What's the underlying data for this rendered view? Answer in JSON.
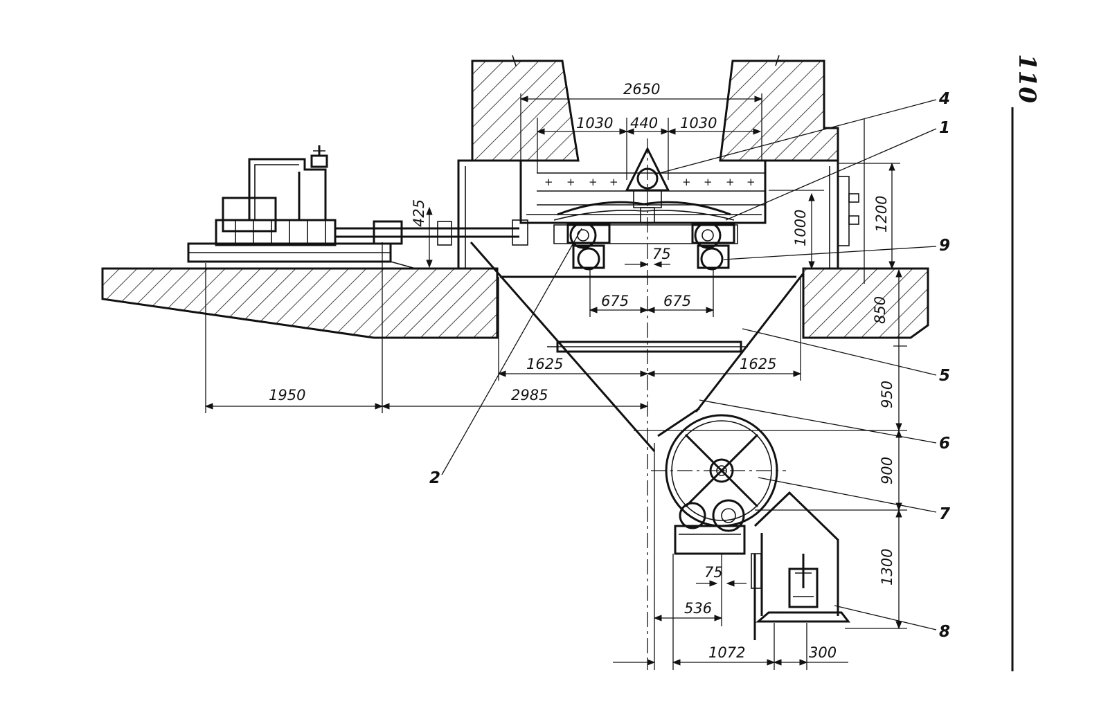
{
  "page_number": "110",
  "dimensions": {
    "d2650": "2650",
    "d1030_left": "1030",
    "d440": "440",
    "d1030_right": "1030",
    "d425": "425",
    "d1000": "1000",
    "d1200": "1200",
    "d75_top": "75",
    "d675_left": "675",
    "d675_right": "675",
    "d850": "850",
    "d1625_left": "1625",
    "d1625_right": "1625",
    "d1950": "1950",
    "d2985": "2985",
    "d950": "950",
    "d900": "900",
    "d1300": "1300",
    "d75_bottom": "75",
    "d536": "536",
    "d1072": "1072",
    "d300": "300"
  },
  "callouts": {
    "c4": "4",
    "c1": "1",
    "c9": "9",
    "c5": "5",
    "c6": "6",
    "c7": "7",
    "c8": "8",
    "c2": "2"
  }
}
